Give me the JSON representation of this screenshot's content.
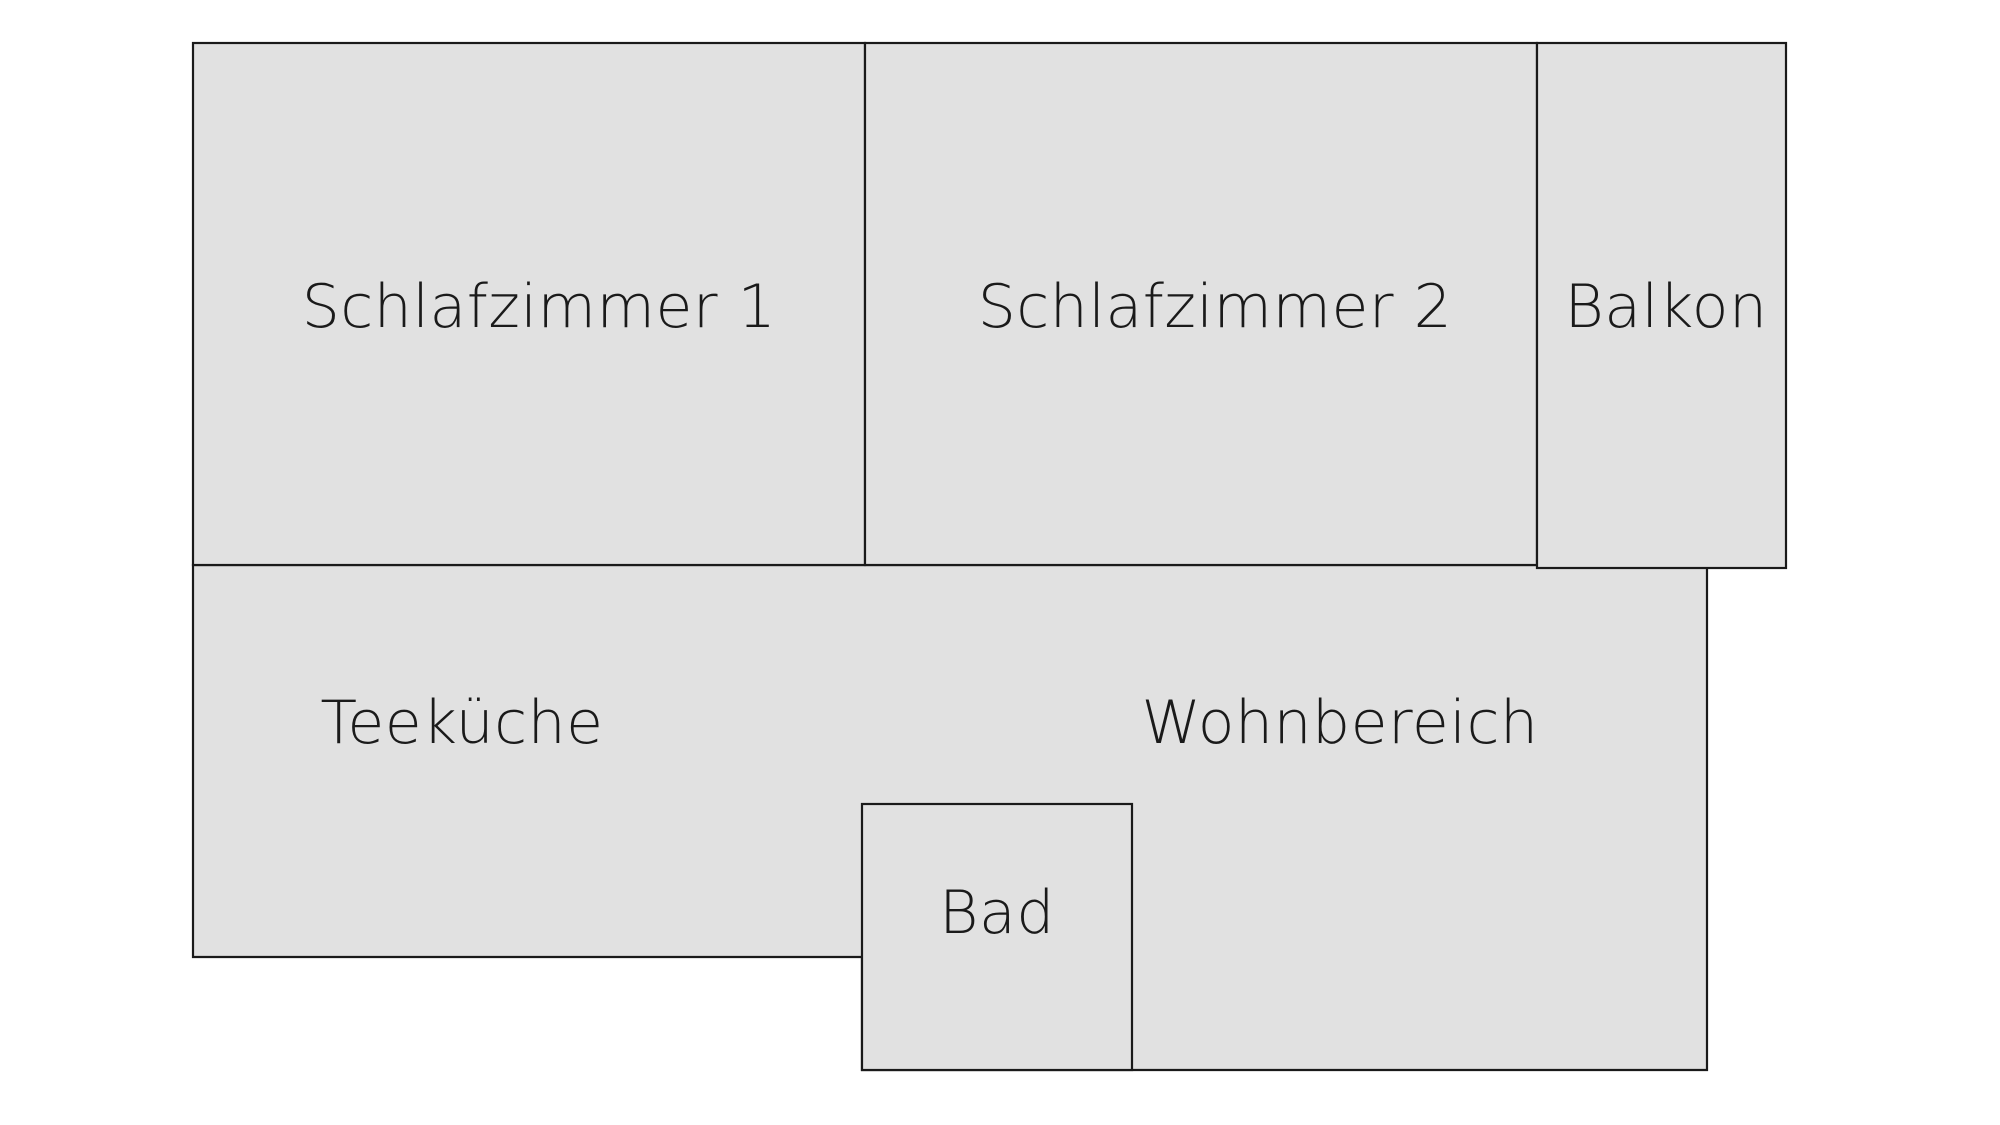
{
  "floorplan": {
    "rooms": {
      "schlafzimmer1": "Schlafzimmer 1",
      "schlafzimmer2": "Schlafzimmer 2",
      "balkon": "Balkon",
      "teekueche": "Teeküche",
      "wohnbereich": "Wohnbereich",
      "bad": "Bad"
    }
  }
}
